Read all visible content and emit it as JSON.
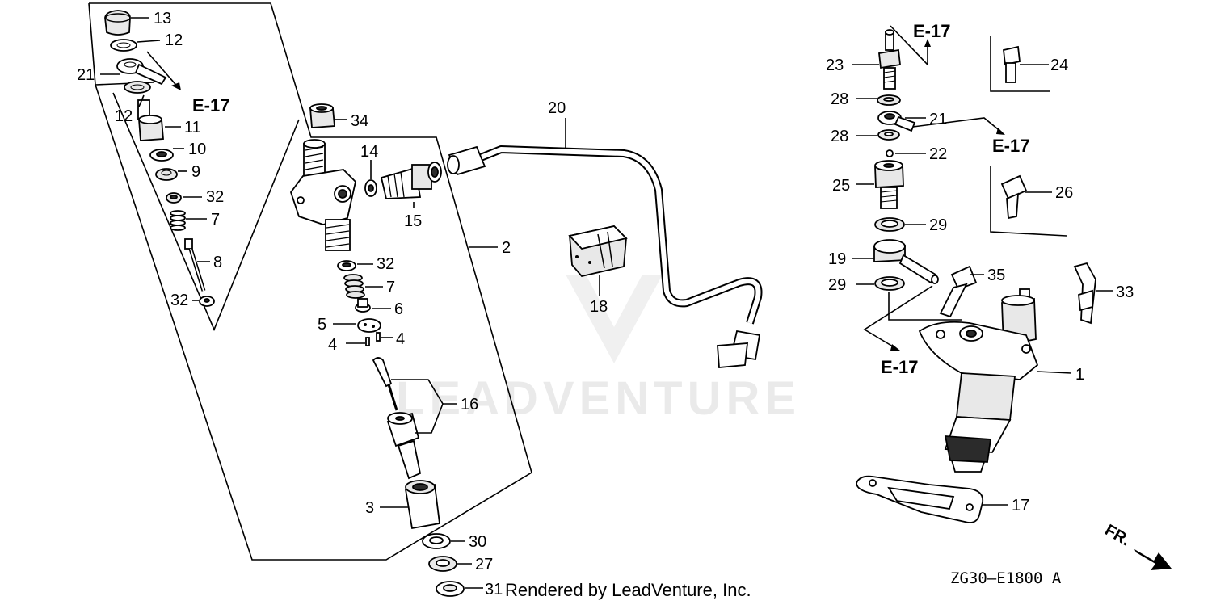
{
  "diagram": {
    "callouts": {
      "c1": "1",
      "c2": "2",
      "c3": "3",
      "c4a": "4",
      "c4b": "4",
      "c5": "5",
      "c6": "6",
      "c7a": "7",
      "c7b": "7",
      "c8": "8",
      "c9": "9",
      "c10": "10",
      "c11": "11",
      "c12a": "12",
      "c12b": "12",
      "c13": "13",
      "c14": "14",
      "c15": "15",
      "c16": "16",
      "c17": "17",
      "c18": "18",
      "c19": "19",
      "c20": "20",
      "c21a": "21",
      "c21b": "21",
      "c22": "22",
      "c23": "23",
      "c24": "24",
      "c25": "25",
      "c26": "26",
      "c27": "27",
      "c28a": "28",
      "c28b": "28",
      "c29a": "29",
      "c29b": "29",
      "c30": "30",
      "c31": "31",
      "c32a": "32",
      "c32b": "32",
      "c32c": "32",
      "c33": "33",
      "c34": "34",
      "c35": "35"
    },
    "refs": {
      "r1": "E-17",
      "r2": "E-17",
      "r3": "E-17",
      "r4": "E-17"
    },
    "direction": "FR.",
    "diagram_code": "ZG30—E1800 A",
    "footer": "Rendered by LeadVenture, Inc.",
    "watermark": "LEADVENTURE"
  }
}
